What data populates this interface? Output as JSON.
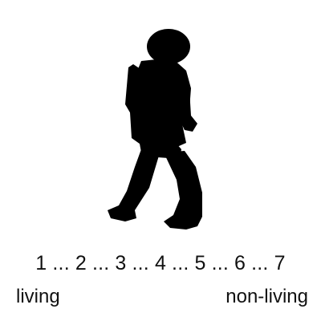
{
  "figure": {
    "icon": "silhouette-figure-icon",
    "fill": "#000000"
  },
  "scale": {
    "points": [
      "1",
      "2",
      "3",
      "4",
      "5",
      "6",
      "7"
    ],
    "separator": "...",
    "left_anchor": "living",
    "right_anchor": "non-living"
  }
}
